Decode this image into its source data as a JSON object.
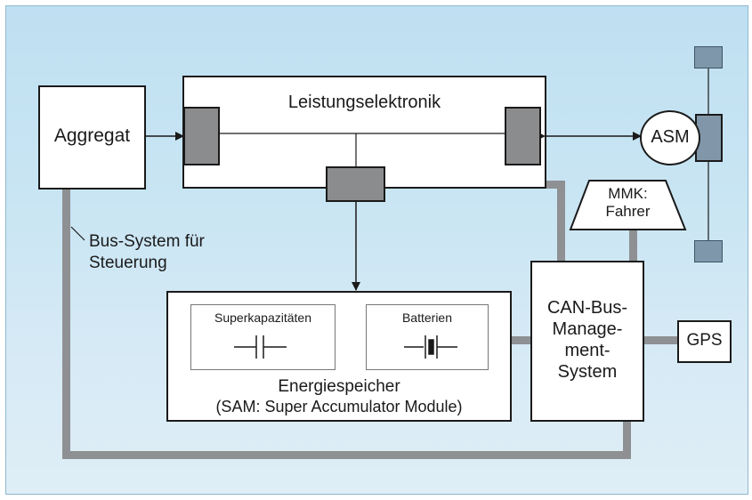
{
  "blocks": {
    "aggregat": "Aggregat",
    "leistungselektronik": "Leistungselektronik",
    "asm": "ASM",
    "mmk_line1": "MMK:",
    "mmk_line2": "Fahrer",
    "can_line1": "CAN-Bus-",
    "can_line2": "Manage-",
    "can_line3": "ment-",
    "can_line4": "System",
    "gps": "GPS",
    "superkapazitaeten": "Superkapazitäten",
    "batterien": "Batterien",
    "energiespeicher_line1": "Energiespeicher",
    "energiespeicher_line2": "(SAM: Super Accumulator Module)"
  },
  "annotations": {
    "bus_line1": "Bus-System für",
    "bus_line2": "Steuerung"
  },
  "colors": {
    "background": "#c9e5f3",
    "bus": "#8e9093",
    "terminal": "#8a8c8e",
    "axle": "#7f97ab"
  }
}
